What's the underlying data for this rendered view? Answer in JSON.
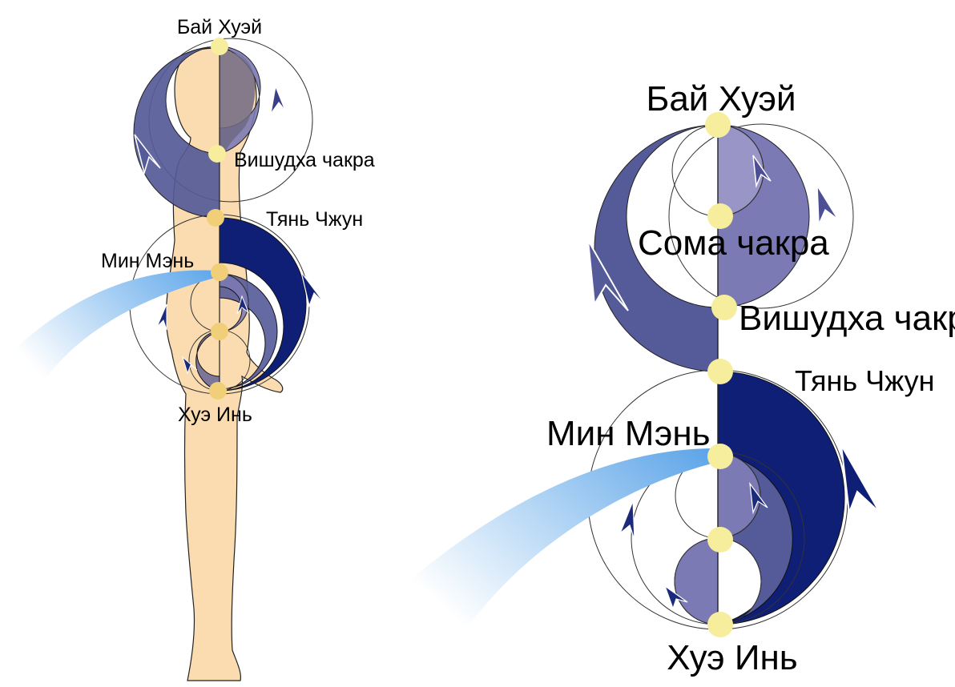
{
  "figure_left": {
    "labels": {
      "bai_huei": "Бай Хуэй",
      "vishuddha": "Вишудха чакра",
      "tian_zhun": "Тянь Чжун",
      "min_men": "Мин Мэнь",
      "hue_in": "Хуэ Инь"
    }
  },
  "figure_right": {
    "labels": {
      "bai_huei": "Бай Хуэй",
      "soma": "Сома чакра",
      "vishuddha": "Вишудха чакра",
      "tian_zhun": "Тянь Чжун",
      "min_men": "Мин Мэнь",
      "hue_in": "Хуэ Инь"
    }
  },
  "colors": {
    "navy": "#0f1f75",
    "indigo": "#555a98",
    "violet": "#7b7ab5",
    "lavender": "#9995c6",
    "skin": "#fbdcb0",
    "point": "#f6ee9c",
    "point_body": "#f0cf78",
    "stream": "#6aaeeb"
  }
}
